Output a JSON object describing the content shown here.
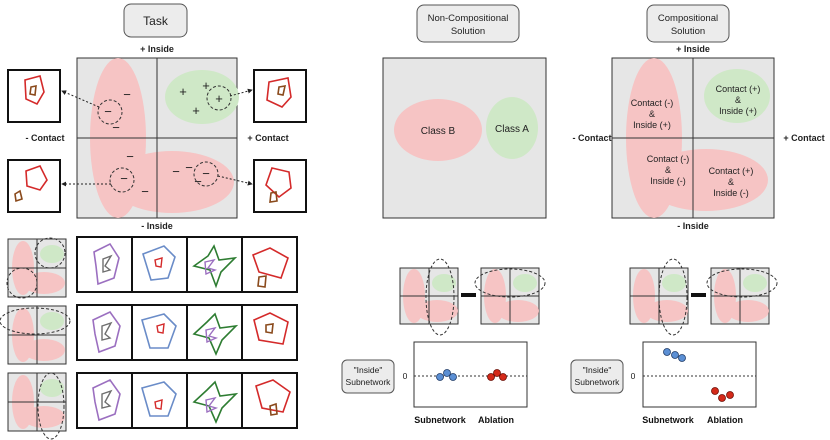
{
  "headers": {
    "task": "Task",
    "noncomp": [
      "Non-Compositional",
      "Solution"
    ],
    "comp": [
      "Compositional",
      "Solution"
    ]
  },
  "axes": {
    "plus_inside": "+ Inside",
    "minus_inside": "- Inside",
    "minus_contact": "- Contact",
    "plus_contact": "+ Contact"
  },
  "task_markers": {
    "minus": "−",
    "plus": "+"
  },
  "noncomp_classes": {
    "class_b": "Class B",
    "class_a": "Class A"
  },
  "comp_regions": {
    "tl": [
      "Contact (-)",
      "&",
      "Inside (+)"
    ],
    "tr": [
      "Contact (+)",
      "&",
      "Inside (+)"
    ],
    "bl": [
      "Contact (-)",
      "&",
      "Inside (-)"
    ],
    "br": [
      "Contact (+)",
      "&",
      "Inside (-)"
    ]
  },
  "result_chart": {
    "y_label": [
      "\"Inside\"",
      "Subnetwork"
    ],
    "zero_tick": "0",
    "x_labels": [
      "Subnetwork",
      "Ablation"
    ]
  },
  "colors": {
    "pink": "#f6c4c4",
    "green": "#cfe8c7",
    "panel_gray": "#e6e6e6",
    "blue_dot": "#5b8fd4",
    "red_dot": "#d42a1a",
    "shape_red": "#d42a2a",
    "shape_purple": "#9b6fc0",
    "shape_blue": "#6a8cc8",
    "shape_green": "#2e7d32",
    "shape_brown": "#8a4a1c"
  }
}
